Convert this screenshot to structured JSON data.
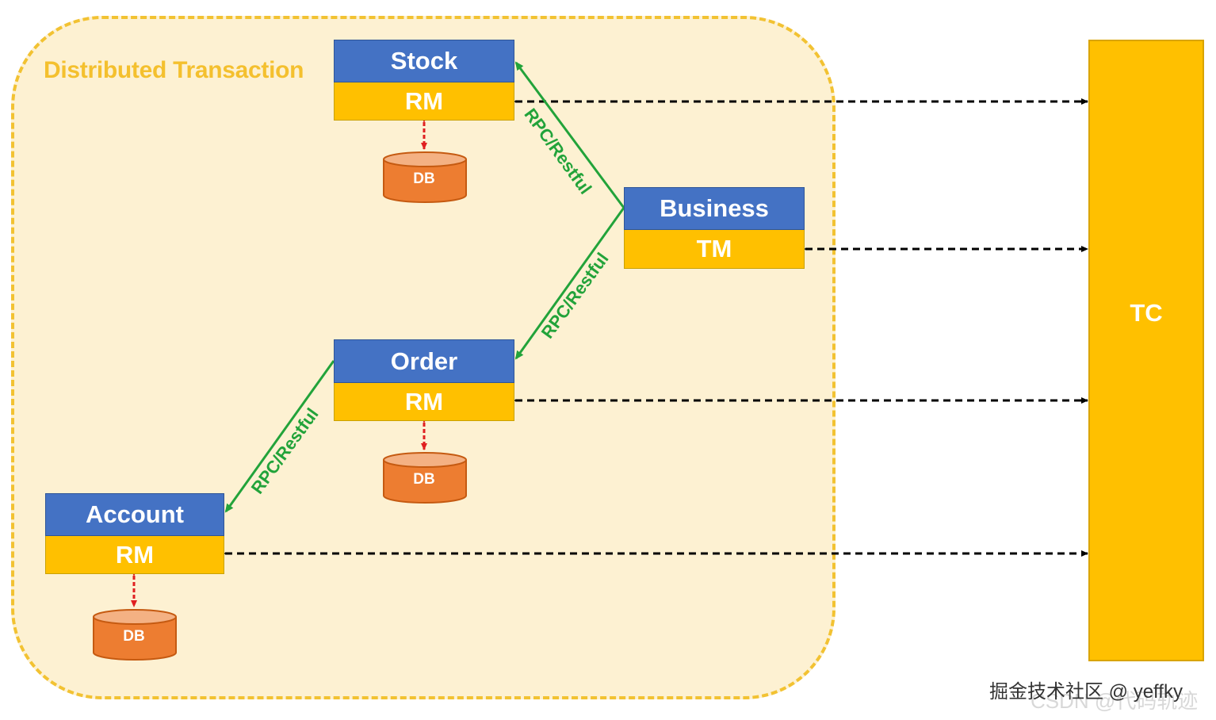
{
  "region": {
    "title": "Distributed Transaction"
  },
  "nodes": {
    "stock": {
      "service": "Stock",
      "role": "RM"
    },
    "business": {
      "service": "Business",
      "role": "TM"
    },
    "order": {
      "service": "Order",
      "role": "RM"
    },
    "account": {
      "service": "Account",
      "role": "RM"
    }
  },
  "databases": {
    "stock": "DB",
    "order": "DB",
    "account": "DB"
  },
  "tc": {
    "label": "TC"
  },
  "edges": {
    "business_to_stock": "RPC/Restful",
    "business_to_order": "RPC/Restful",
    "order_to_account": "RPC/Restful"
  },
  "colors": {
    "service_header": "#4472c4",
    "role_box": "#ffc000",
    "database": "#ed7d31",
    "rpc_line": "#22a33a",
    "db_link": "#e02020",
    "tc_link": "#000000",
    "region_border": "#f2c232",
    "region_fill": "#fdf1d2"
  },
  "watermark": {
    "primary": "掘金技术社区 @ yeffky",
    "secondary": "CSDN @代码轨迹"
  }
}
